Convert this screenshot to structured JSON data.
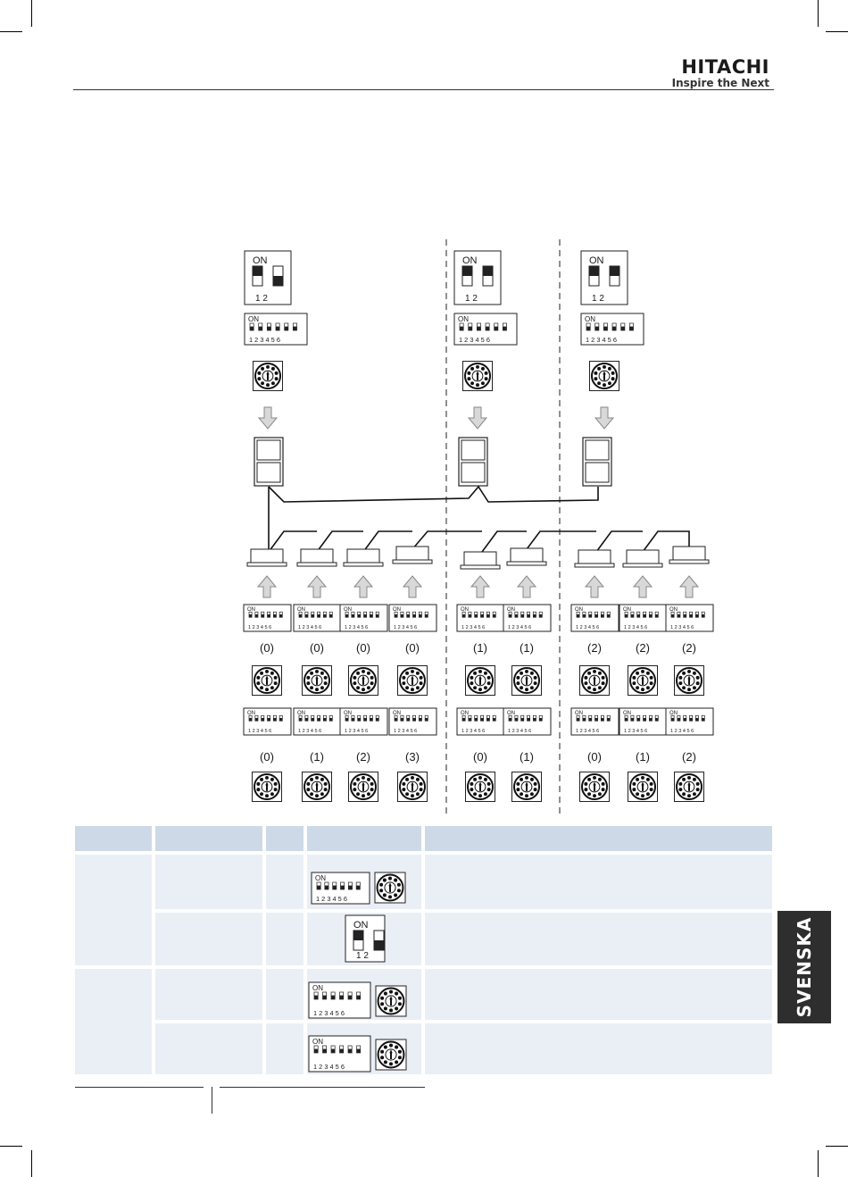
{
  "header": {
    "brand_name": "HITACHI",
    "brand_tagline": "Inspire the Next"
  },
  "side_tab": {
    "label": "SVENSKA"
  },
  "diagram": {
    "on_label": "ON",
    "pin_digits": "1 2",
    "dip_digits": "1 2 3 4 5 6",
    "row1_labels": [
      "(0)",
      "(0)",
      "(0)",
      "(0)",
      "(1)",
      "(1)",
      "(2)",
      "(2)",
      "(2)"
    ],
    "row2_labels": [
      "(0)",
      "(1)",
      "(2)",
      "(3)",
      "(0)",
      "(1)",
      "(0)",
      "(1)",
      "(2)"
    ]
  },
  "colors": {
    "table_header": "#cdd9e6",
    "table_cell": "#eaeff5",
    "side_tab": "#2e2e2e",
    "arrow_fill": "#d8d8d8"
  }
}
